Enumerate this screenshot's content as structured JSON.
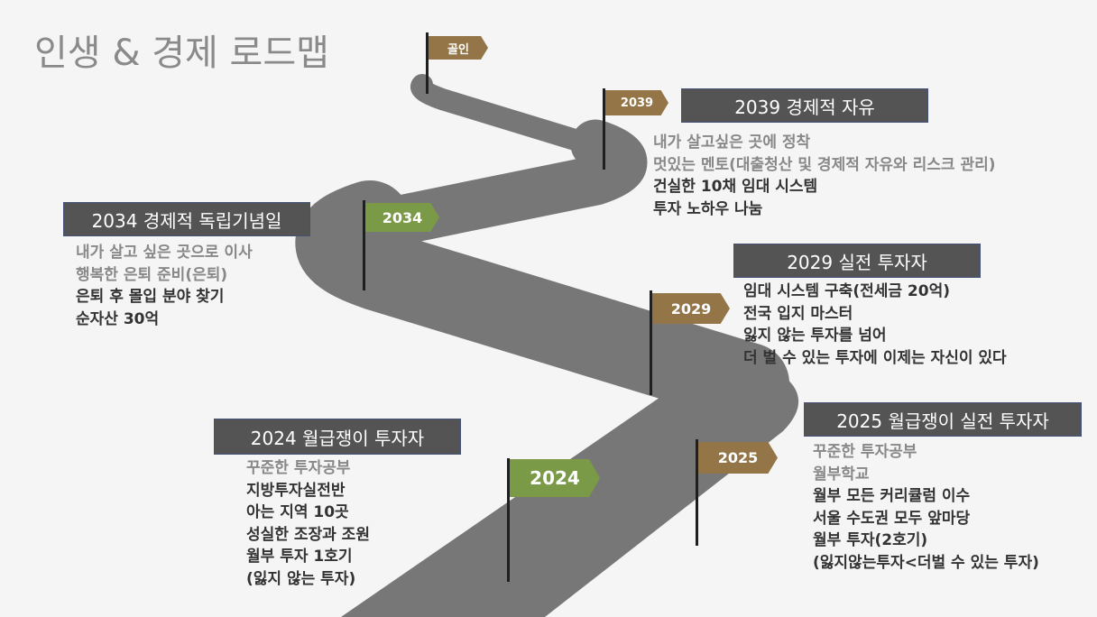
{
  "title": "인생 & 경제 로드맵",
  "flags": {
    "goal": "골인",
    "f2039": "2039",
    "f2034": "2034",
    "f2029": "2029",
    "f2025": "2025",
    "f2024": "2024"
  },
  "colors": {
    "brown": "#937548",
    "green": "#7a9a48",
    "road": "#777777",
    "header": "#545454"
  },
  "sections": {
    "s2039": {
      "header": "2039 경제적 자유",
      "items": [
        "내가 살고싶은 곳에 정착",
        "멋있는 멘토(대출청산 및 경제적 자유와 리스크 관리)",
        "건실한 10채 임대 시스템",
        "투자 노하우 나눔"
      ],
      "muted": 2
    },
    "s2034": {
      "header": "2034 경제적 독립기념일",
      "items": [
        "내가 살고 싶은 곳으로 이사",
        "행복한 은퇴 준비(은퇴)",
        "은퇴 후 몰입 분야 찾기",
        "순자산 30억"
      ],
      "muted": 2
    },
    "s2029": {
      "header": "2029 실전 투자자",
      "items": [
        "임대 시스템 구축(전세금 20억)",
        "전국 입지 마스터",
        "잃지 않는 투자를 넘어",
        "더 벌 수 있는 투자에 이제는 자신이 있다"
      ],
      "muted": 0
    },
    "s2025": {
      "header": "2025 월급쟁이 실전 투자자",
      "items": [
        "꾸준한 투자공부",
        "월부학교",
        "월부 모든 커리큘럼 이수",
        "서울 수도권 모두 앞마당",
        "월부 투자(2호기)",
        "(잃지않는투자<더벌 수 있는 투자)"
      ],
      "muted": 2
    },
    "s2024": {
      "header": "2024 월급쟁이 투자자",
      "items": [
        "꾸준한 투자공부",
        "지방투자실전반",
        "아는 지역 10곳",
        "성실한 조장과 조원",
        "월부 투자 1호기",
        "(잃지 않는 투자)"
      ],
      "muted": 1
    }
  }
}
